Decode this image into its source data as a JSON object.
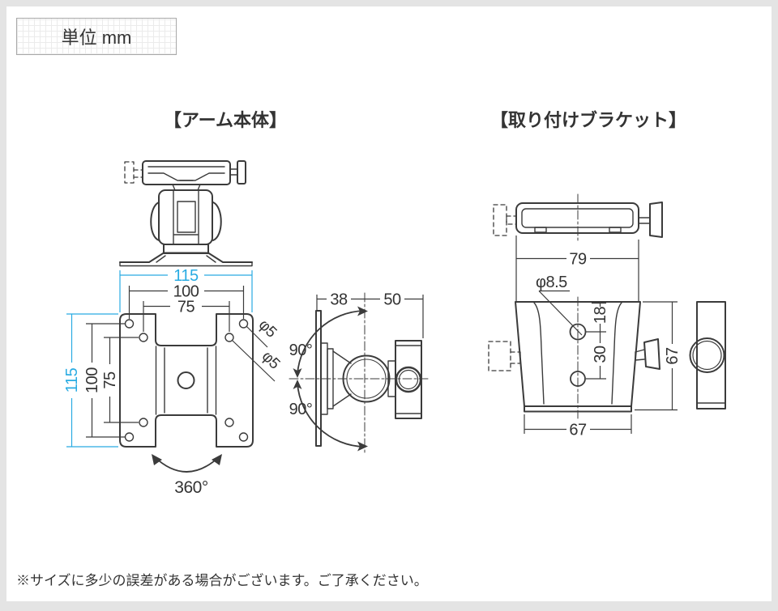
{
  "page": {
    "unit_label": "単位 mm",
    "footer_note": "※サイズに多少の誤差がある場合がございます。ご了承ください。"
  },
  "sections": {
    "arm": {
      "title": "【アーム本体】"
    },
    "bracket": {
      "title": "【取り付けブラケット】"
    }
  },
  "colors": {
    "accent_blue": "#29abe2",
    "line": "#3b3b3b"
  },
  "arm_front": {
    "width_115": "115",
    "width_100": "100",
    "width_75": "75",
    "height_115": "115",
    "height_100": "100",
    "height_75": "75",
    "hole_dia_1": "φ5",
    "hole_dia_2": "φ5",
    "rotation_range": "360°"
  },
  "arm_side": {
    "depth_38": "38",
    "depth_50": "50",
    "tilt_up": "90°",
    "tilt_down": "90°"
  },
  "bracket": {
    "width_79": "79",
    "hole_dia": "φ8.5",
    "offset_18": "18",
    "pitch_30": "30",
    "height_67": "67",
    "width_67": "67"
  }
}
